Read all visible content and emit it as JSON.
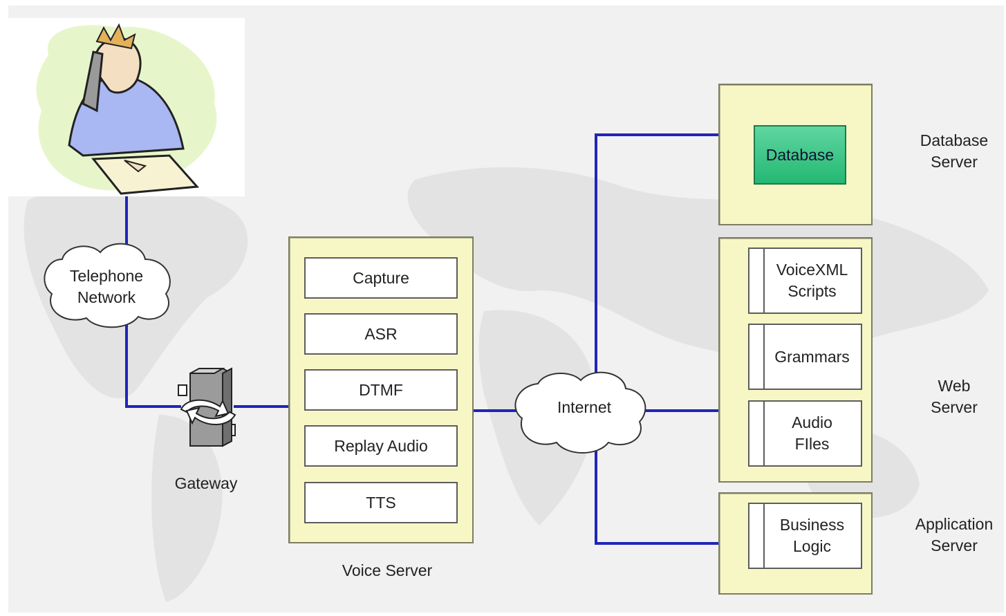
{
  "telephone_network": "Telephone\nNetwork",
  "gateway": "Gateway",
  "voice_server": {
    "label": "Voice Server",
    "modules": [
      "Capture",
      "ASR",
      "DTMF",
      "Replay Audio",
      "TTS"
    ]
  },
  "internet": "Internet",
  "database_server": {
    "label": "Database\nServer",
    "database": "Database"
  },
  "web_server": {
    "label": "Web\nServer",
    "modules": [
      "VoiceXML\nScripts",
      "Grammars",
      "Audio\nFIles"
    ]
  },
  "application_server": {
    "label": "Application\nServer",
    "module": "Business\nLogic"
  },
  "colors": {
    "line": "#1f26b8",
    "panel": "#f7f7c6",
    "database": "#3cc98a"
  }
}
